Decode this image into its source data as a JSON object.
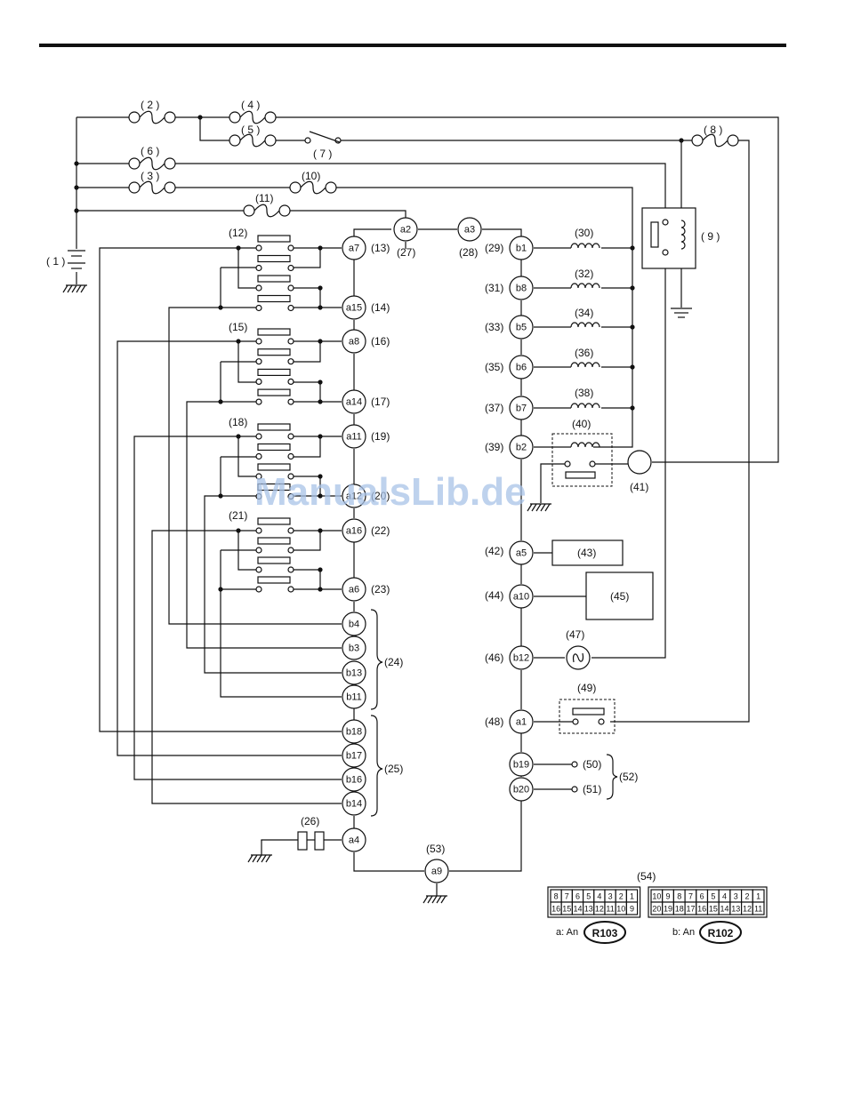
{
  "watermark": "ManualsLib.de",
  "labels": {
    "l1": "( 1 )",
    "l2": "( 2 )",
    "l3": "( 3 )",
    "l4": "( 4 )",
    "l5": "( 5 )",
    "l6": "( 6 )",
    "l7": "( 7 )",
    "l8": "( 8 )",
    "l9": "( 9 )",
    "l10": "(10)",
    "l11": "(11)",
    "l12": "(12)",
    "l13": "(13)",
    "l14": "(14)",
    "l15": "(15)",
    "l16": "(16)",
    "l17": "(17)",
    "l18": "(18)",
    "l19": "(19)",
    "l20": "(20)",
    "l21": "(21)",
    "l22": "(22)",
    "l23": "(23)",
    "l24": "(24)",
    "l25": "(25)",
    "l26": "(26)",
    "l27": "(27)",
    "l28": "(28)",
    "l29": "(29)",
    "l30": "(30)",
    "l31": "(31)",
    "l32": "(32)",
    "l33": "(33)",
    "l34": "(34)",
    "l35": "(35)",
    "l36": "(36)",
    "l37": "(37)",
    "l38": "(38)",
    "l39": "(39)",
    "l40": "(40)",
    "l41": "(41)",
    "l42": "(42)",
    "l43": "(43)",
    "l44": "(44)",
    "l45": "(45)",
    "l46": "(46)",
    "l47": "(47)",
    "l48": "(48)",
    "l49": "(49)",
    "l50": "(50)",
    "l51": "(51)",
    "l52": "(52)",
    "l53": "(53)",
    "l54": "(54)"
  },
  "nodes": {
    "a2": "a2",
    "a3": "a3",
    "a7": "a7",
    "a15": "a15",
    "a8": "a8",
    "a14": "a14",
    "a11": "a11",
    "a12": "a12",
    "a16": "a16",
    "a6": "a6",
    "b4": "b4",
    "b3": "b3",
    "b13": "b13",
    "b11": "b11",
    "b18": "b18",
    "b17": "b17",
    "b16": "b16",
    "b14": "b14",
    "a4": "a4",
    "a9": "a9",
    "b1": "b1",
    "b8": "b8",
    "b5": "b5",
    "b6": "b6",
    "b7": "b7",
    "b2": "b2",
    "a5": "a5",
    "a10": "a10",
    "b12": "b12",
    "a1": "a1",
    "b19": "b19",
    "b20": "b20"
  },
  "connectors": {
    "left_row1": [
      "8",
      "7",
      "6",
      "5",
      "4",
      "3",
      "2",
      "1"
    ],
    "left_row2": [
      "16",
      "15",
      "14",
      "13",
      "12",
      "11",
      "10",
      "9"
    ],
    "right_row1": [
      "10",
      "9",
      "8",
      "7",
      "6",
      "5",
      "4",
      "3",
      "2",
      "1"
    ],
    "right_row2": [
      "20",
      "19",
      "18",
      "17",
      "16",
      "15",
      "14",
      "13",
      "12",
      "11"
    ],
    "a_prefix": "a: An",
    "a_code": "R103",
    "b_prefix": "b: An",
    "b_code": "R102"
  }
}
